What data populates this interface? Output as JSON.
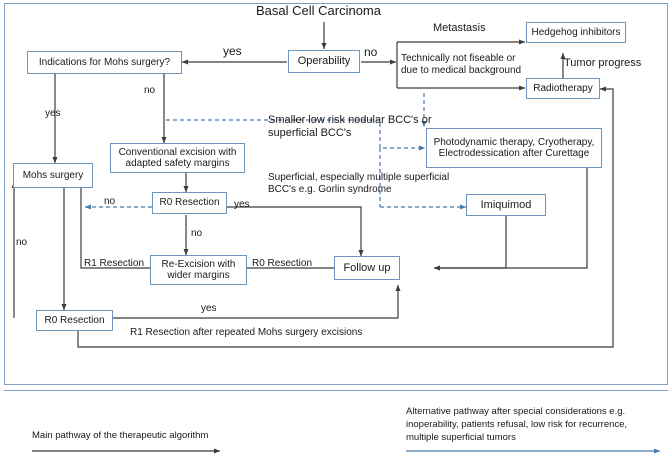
{
  "diagram": {
    "title": "Basal Cell Carcinoma",
    "nodes": {
      "operability": "Operability",
      "indications_mohs": "Indications for Mohs surgery?",
      "mohs_surgery": "Mohs surgery",
      "conventional_excision": "Conventional excision with adapted safety margins",
      "r0_resection_mid": "R0 Resection",
      "reexcision": "Re-Excision with wider margins",
      "r0_resection_bottom": "R0 Resection",
      "follow_up": "Follow up",
      "hedgehog": "Hedgehog inhibitors",
      "radiotherapy": "Radiotherapy",
      "photodynamic": "Photodynamic therapy, Cryotherapy, Electrodessication after Curettage",
      "imiquimod": "Imiquimod"
    },
    "bracket_text": "Technically not fiseable or due to medical background",
    "edge_labels": {
      "yes_operability": "yes",
      "no_operability": "no",
      "metastasis": "Metastasis",
      "tumor_progress": "Tumor progress",
      "yes_mohs": "yes",
      "no_mohs": "no",
      "no_mohs_left": "no",
      "no_r0_mid_left": "no",
      "yes_r0_mid": "yes",
      "no_r0_down": "no",
      "r1_resection_left": "R1 Resection",
      "r0_resection_right": "R0 Resection",
      "yes_bottom": "yes",
      "r1_after_mohs": "R1 Resection after repeated Mohs surgery excisions"
    },
    "annotations": {
      "smaller_low_risk": "Smaller low risk nodular BCC's or superficial BCC's",
      "superficial_gorlin": "Superficial, especially multiple superficial BCC's e.g. Gorlin syndrome"
    },
    "legend": {
      "main": "Main pathway of the therapeutic algorithm",
      "alternative": "Alternative pathway after special considerations e.g. inoperability, patients refusal, low risk for recurrence, multiple superficial tumors"
    },
    "colors": {
      "box_border": "#6d94ba",
      "solid_edge": "#3c3c3c",
      "dashed_edge": "#4a79ae",
      "frame": "#7d9fc0"
    }
  }
}
